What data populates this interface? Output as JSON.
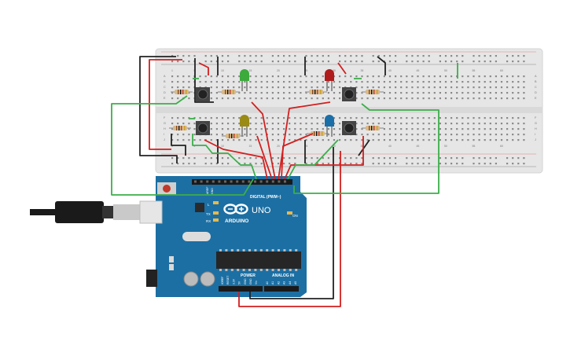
{
  "arduino": {
    "brand_name": "ARDUINO",
    "model_name": "UNO",
    "on_label": "ON",
    "l_label": "L",
    "tx_label": "TX",
    "rx_label": "RX",
    "digital_label": "DIGITAL (PWM~)",
    "power_label": "POWER",
    "analog_label": "ANALOG IN",
    "aref_label": "AREF",
    "gnd_label": "GND",
    "power_pins": [
      "IOREF",
      "RESET",
      "3.3V",
      "5V",
      "GND",
      "GND",
      "Vin"
    ],
    "analog_pins": [
      "A0",
      "A1",
      "A2",
      "A3",
      "A4",
      "A5"
    ]
  },
  "breadboard": {
    "column_numbers": [
      "1",
      "5",
      "10",
      "15",
      "20",
      "25",
      "30",
      "35",
      "40",
      "45",
      "50",
      "55",
      "60"
    ],
    "row_letters_top": [
      "A",
      "B",
      "C",
      "D",
      "E"
    ],
    "row_letters_bottom": [
      "F",
      "G",
      "H",
      "I",
      "J"
    ]
  },
  "colors": {
    "board_blue": "#1c6fa3",
    "breadboard": "#e6e6e6",
    "wire_red": "#d21f1f",
    "wire_black": "#222222",
    "wire_green": "#3cae4a",
    "led_green": "#3caa3c",
    "led_red": "#b01c1c",
    "led_yellow": "#9a8a16",
    "led_blue": "#1b6fa8"
  }
}
